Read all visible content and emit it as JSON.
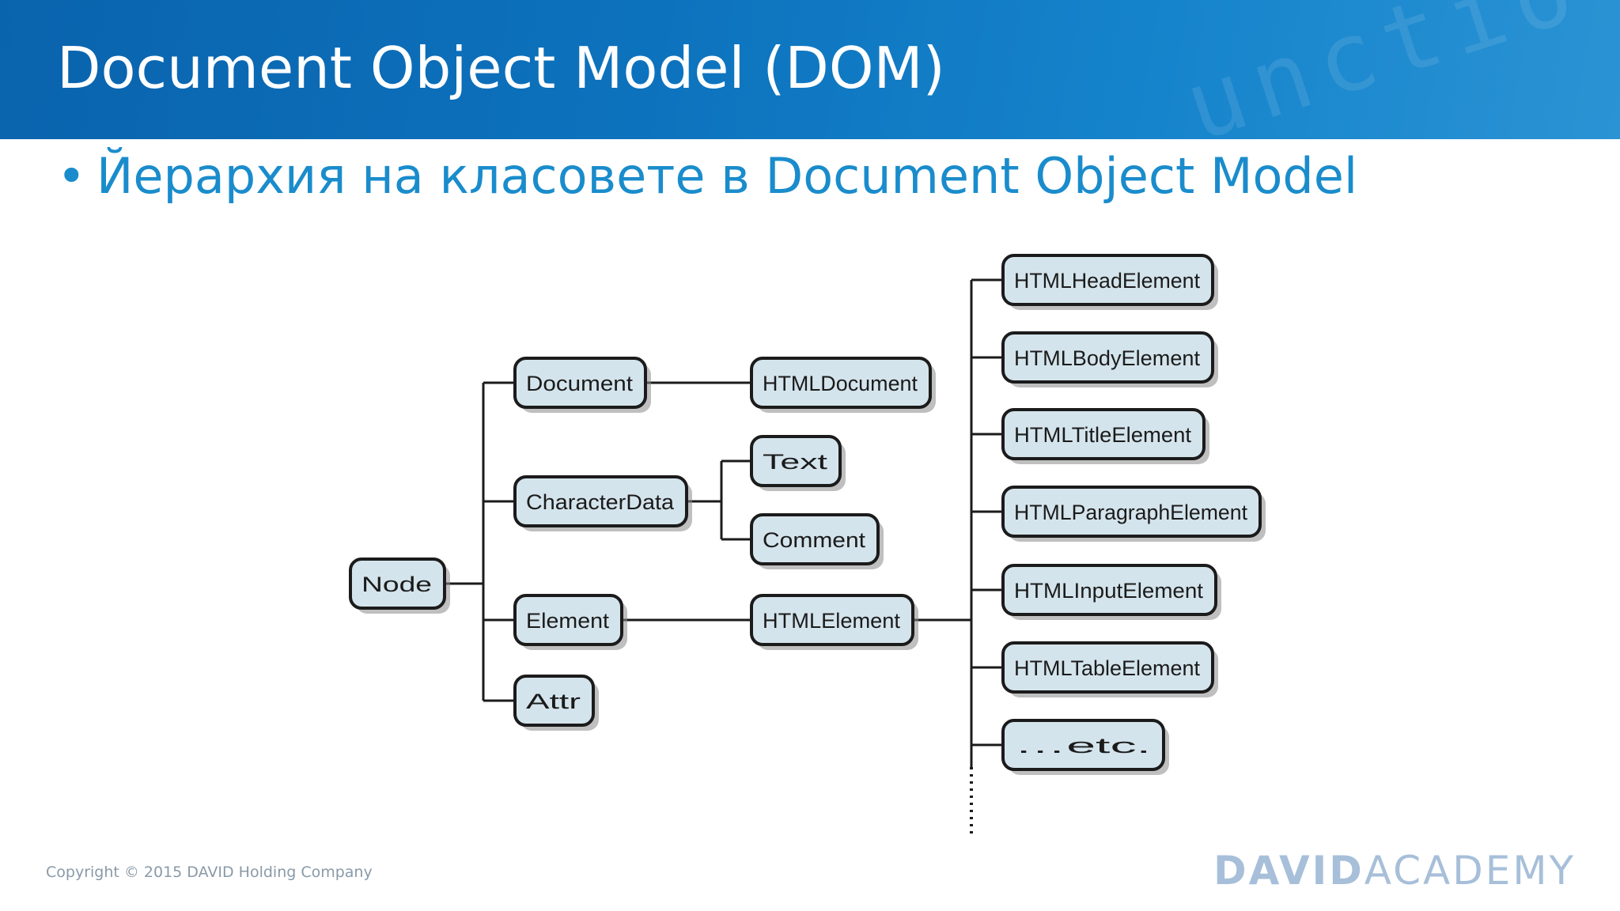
{
  "slide": {
    "title": "Document Object Model (DOM)",
    "bullet_marker": "•",
    "bullet_text": "Йерархия на класовете в Document Object Model",
    "header_decoration": "unctio",
    "header_color": "#0d72bd",
    "bullet_color": "#1a8ccc"
  },
  "diagram": {
    "node_fill": "#d4e4ec",
    "nodes": [
      {
        "id": "node",
        "label": "Node"
      },
      {
        "id": "document",
        "label": "Document"
      },
      {
        "id": "characterdata",
        "label": "CharacterData"
      },
      {
        "id": "element",
        "label": "Element"
      },
      {
        "id": "attr",
        "label": "Attr"
      },
      {
        "id": "htmldocument",
        "label": "HTMLDocument"
      },
      {
        "id": "text",
        "label": "Text"
      },
      {
        "id": "comment",
        "label": "Comment"
      },
      {
        "id": "htmlelement",
        "label": "HTMLElement"
      },
      {
        "id": "htmlheadelement",
        "label": "HTMLHeadElement"
      },
      {
        "id": "htmlbodyelement",
        "label": "HTMLBodyElement"
      },
      {
        "id": "htmltitleelement",
        "label": "HTMLTitleElement"
      },
      {
        "id": "htmlparagraphelement",
        "label": "HTMLParagraphElement"
      },
      {
        "id": "htmlinputelement",
        "label": "HTMLInputElement"
      },
      {
        "id": "htmltableelement",
        "label": "HTMLTableElement"
      },
      {
        "id": "etc",
        "label": "…etc."
      }
    ],
    "edges": [
      [
        "node",
        "document"
      ],
      [
        "node",
        "characterdata"
      ],
      [
        "node",
        "element"
      ],
      [
        "node",
        "attr"
      ],
      [
        "document",
        "htmldocument"
      ],
      [
        "characterdata",
        "text"
      ],
      [
        "characterdata",
        "comment"
      ],
      [
        "element",
        "htmlelement"
      ],
      [
        "htmlelement",
        "htmlheadelement"
      ],
      [
        "htmlelement",
        "htmlbodyelement"
      ],
      [
        "htmlelement",
        "htmltitleelement"
      ],
      [
        "htmlelement",
        "htmlparagraphelement"
      ],
      [
        "htmlelement",
        "htmlinputelement"
      ],
      [
        "htmlelement",
        "htmltableelement"
      ],
      [
        "htmlelement",
        "etc"
      ]
    ]
  },
  "footer": {
    "copyright": "Copyright © 2015 DAVID Holding Company",
    "logo_bold": "DAVID",
    "logo_thin": "ACADEMY",
    "logo_color": "#a7bfd9"
  }
}
